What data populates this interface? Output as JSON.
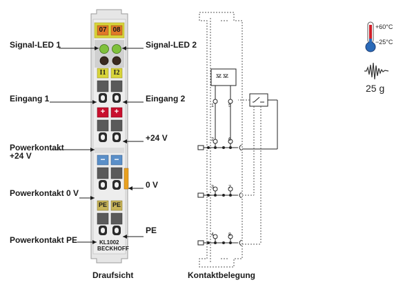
{
  "labels": {
    "signal_led_1": "Signal-LED 1",
    "signal_led_2": "Signal-LED 2",
    "eingang_1": "Eingang 1",
    "eingang_2": "Eingang 2",
    "plus_24v": "+24 V",
    "powerkontakt_24v_line1": "Powerkontakt",
    "powerkontakt_24v_line2": "+24 V",
    "zero_v": "0 V",
    "powerkontakt_0v": "Powerkontakt 0 V",
    "pe": "PE",
    "powerkontakt_pe": "Powerkontakt PE"
  },
  "module": {
    "led_label_1": "07",
    "led_label_2": "08",
    "input_label_1": "I1",
    "input_label_2": "I2",
    "plus_sign": "+",
    "minus_sign": "−",
    "pe_label": "PE",
    "model": "KL1002",
    "brand": "BECKHOFF",
    "colors": {
      "housing": "#e6e6e6",
      "led_label_bg": "#e07828",
      "led_green": "#7fc13c",
      "led_dark": "#3a2a20",
      "label_yellow": "#d8d43a",
      "red_plus": "#c8102e",
      "blue_minus": "#5a8fc8",
      "pe_bg": "#c8b45a",
      "orange_tab": "#e8a020"
    }
  },
  "wiring": {
    "terminal_numbers": [
      "1",
      "5",
      "2",
      "6",
      "3",
      "7",
      "4",
      "8"
    ]
  },
  "specs": {
    "temp_max": "+60°C",
    "temp_min": "−25°C",
    "weight": "25 g"
  },
  "captions": {
    "draufsicht": "Draufsicht",
    "kontaktbelegung": "Kontaktbelegung"
  }
}
